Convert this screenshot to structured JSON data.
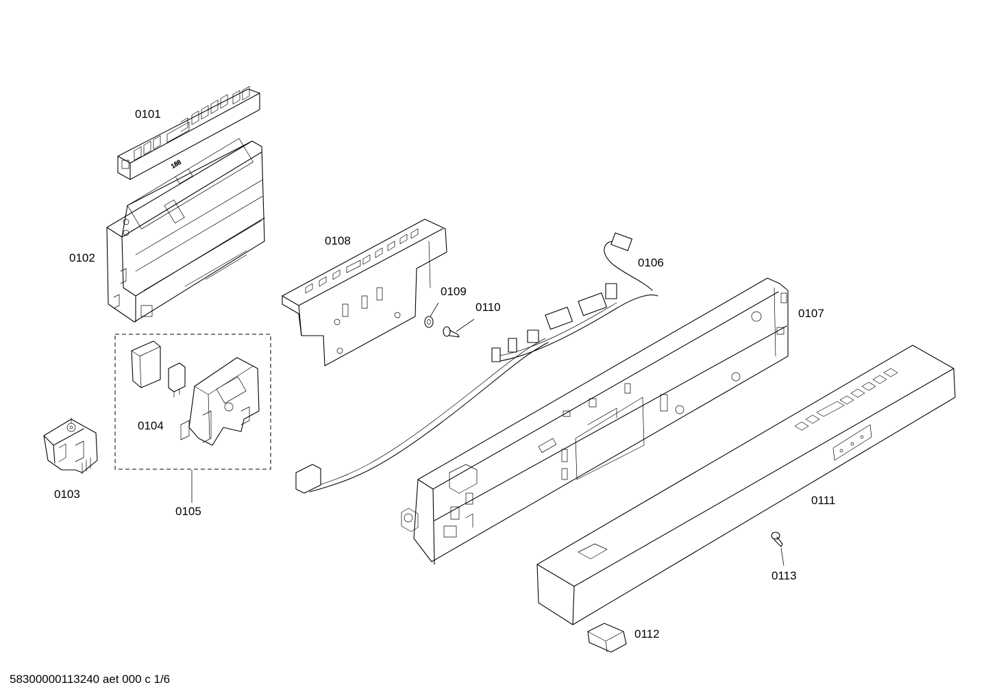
{
  "diagram": {
    "labels": {
      "p0101": "0101",
      "p0102": "0102",
      "p0103": "0103",
      "p0104": "0104",
      "p0105": "0105",
      "p0106": "0106",
      "p0107": "0107",
      "p0108": "0108",
      "p0109": "0109",
      "p0110": "0110",
      "p0111": "0111",
      "p0112": "0112",
      "p0113": "0113"
    },
    "footer": "58300000113240 aet 000 c 1/6",
    "line_color": "#000000",
    "background": "#ffffff"
  }
}
